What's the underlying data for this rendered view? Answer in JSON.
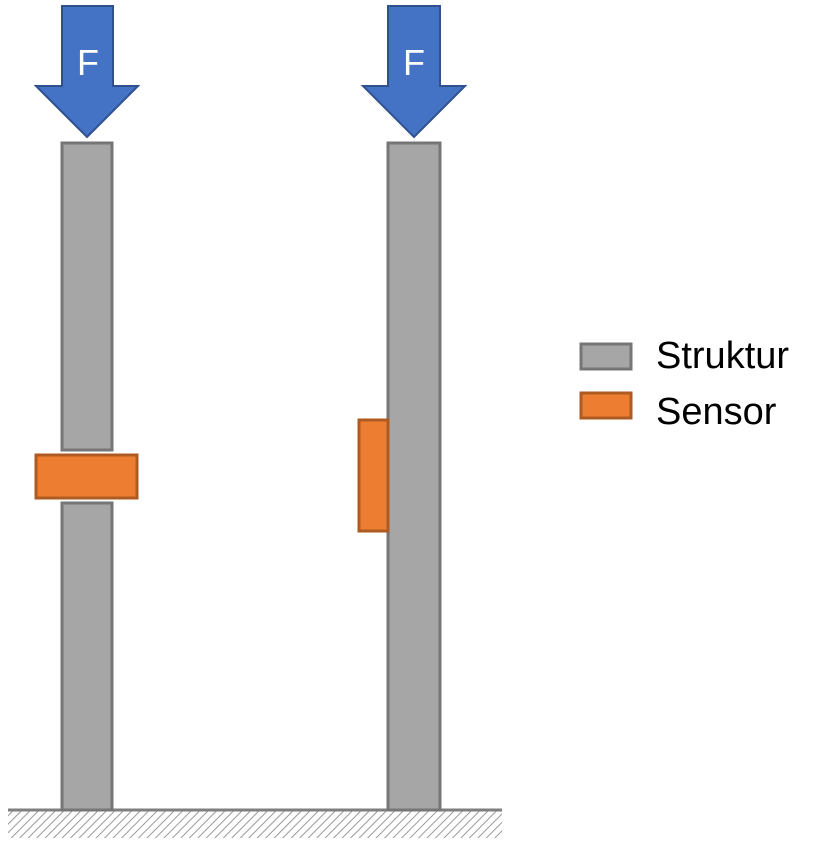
{
  "diagram": {
    "force_label": "F",
    "legend": [
      {
        "label": "Struktur",
        "fill": "#a6a6a6",
        "stroke": "#767676"
      },
      {
        "label": "Sensor",
        "fill": "#ed7d31",
        "stroke": "#ae5a21"
      }
    ],
    "colors": {
      "arrow_fill": "#4472c4",
      "arrow_stroke": "#2f528f",
      "ground_hatch": "#9a9a9a"
    }
  }
}
